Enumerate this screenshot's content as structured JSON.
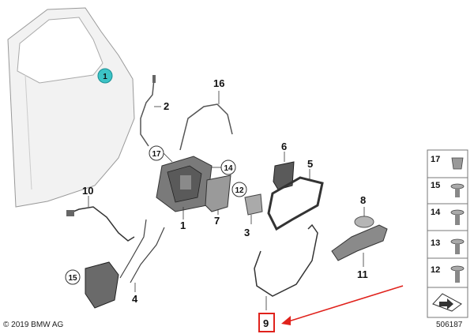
{
  "labels": {
    "door": "1",
    "cable": "2",
    "bracket": "3",
    "rod_4": "4",
    "handle_carrier": "5",
    "bracket_6": "6",
    "seal_7": "7",
    "cap_8": "8",
    "bowden_cable": "9",
    "harness": "10",
    "handle": "11",
    "lock": "1",
    "wire_16": "16"
  },
  "circled": {
    "door_marker": "1",
    "c17": "17",
    "c14": "14",
    "c12": "12",
    "c15": "15"
  },
  "sidebar": {
    "items": [
      {
        "num": "17"
      },
      {
        "num": "15"
      },
      {
        "num": "14"
      },
      {
        "num": "13"
      },
      {
        "num": "12"
      }
    ]
  },
  "highlight": {
    "num": "9",
    "color": "#e0221c"
  },
  "footer": {
    "copyright": "© 2019 BMW AG",
    "doc_number": "506187"
  },
  "colors": {
    "accent_marker": "#3cc3c6",
    "highlight": "#e0221c"
  }
}
